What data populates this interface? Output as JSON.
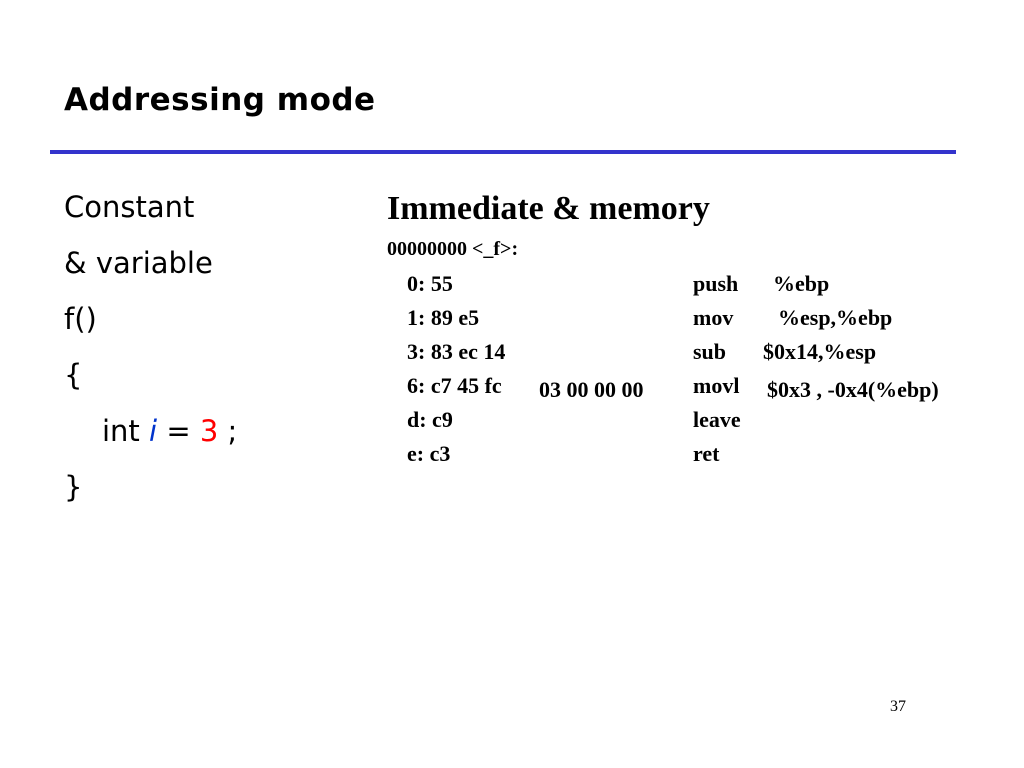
{
  "title": "Addressing mode",
  "left_code": {
    "line1": "Constant",
    "line2": "& variable",
    "line3": "f()",
    "line4": "{",
    "line5": {
      "kw": "int",
      "var": "i",
      "eq": "=",
      "val": "3",
      "semi": ";"
    },
    "line6": "}"
  },
  "asm": {
    "heading": "Immediate & memory",
    "label": "00000000 <_f>:",
    "rows": [
      {
        "addr": "0:  55",
        "hex2": "",
        "ins": "push",
        "opr": "%ebp"
      },
      {
        "addr": "1:  89 e5",
        "hex2": "",
        "ins": "mov",
        "opr": "%esp,%ebp"
      },
      {
        "addr": "3:  83 ec 14",
        "hex2": "",
        "ins": "sub",
        "opr": "$0x14,%esp"
      },
      {
        "addr": "6:  c7 45 fc",
        "hex2": "03 00 00 00",
        "ins": "movl",
        "opr": "$0x3 , -0x4(%ebp)"
      },
      {
        "addr": "d:  c9",
        "hex2": "",
        "ins": "leave",
        "opr": ""
      },
      {
        "addr": "e:  c3",
        "hex2": "",
        "ins": "ret",
        "opr": ""
      }
    ]
  },
  "page_number": "37",
  "colors": {
    "rule": "#3333cc",
    "variable": "#0033cc",
    "constant": "#ff0000"
  }
}
